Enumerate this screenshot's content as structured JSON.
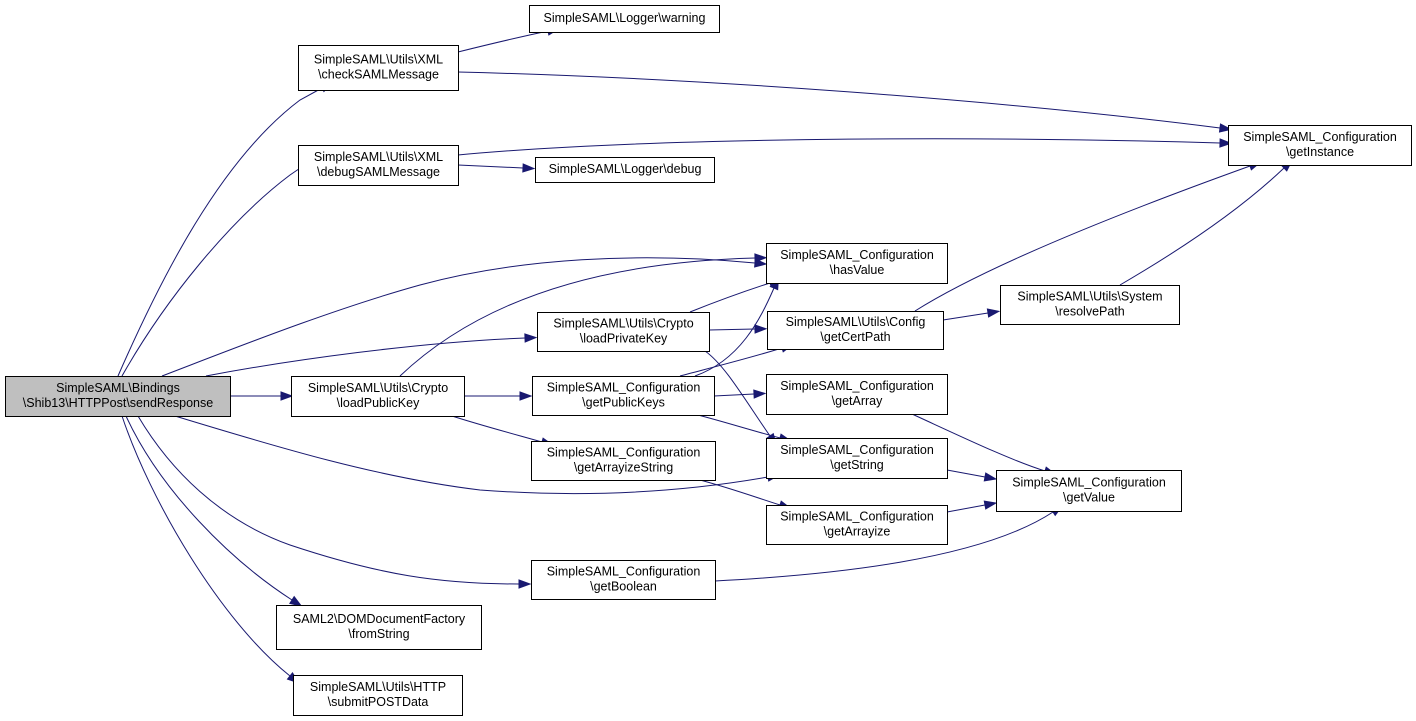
{
  "graph": {
    "colors": {
      "edge": "#191970",
      "root_fill": "#bfbfbf",
      "node_fill": "#ffffff",
      "border": "#000000"
    },
    "nodes": [
      {
        "id": "root",
        "lines": [
          "SimpleSAML\\Bindings",
          "\\Shib13\\HTTPPost\\sendResponse"
        ],
        "root": true
      },
      {
        "id": "checkSAMLMessage",
        "lines": [
          "SimpleSAML\\Utils\\XML",
          "\\checkSAMLMessage"
        ]
      },
      {
        "id": "warning",
        "lines": [
          "SimpleSAML\\Logger\\warning"
        ]
      },
      {
        "id": "getInstance",
        "lines": [
          "SimpleSAML_Configuration",
          "\\getInstance"
        ]
      },
      {
        "id": "debugSAMLMessage",
        "lines": [
          "SimpleSAML\\Utils\\XML",
          "\\debugSAMLMessage"
        ]
      },
      {
        "id": "debug",
        "lines": [
          "SimpleSAML\\Logger\\debug"
        ]
      },
      {
        "id": "hasValue",
        "lines": [
          "SimpleSAML_Configuration",
          "\\hasValue"
        ]
      },
      {
        "id": "loadPrivateKey",
        "lines": [
          "SimpleSAML\\Utils\\Crypto",
          "\\loadPrivateKey"
        ]
      },
      {
        "id": "getCertPath",
        "lines": [
          "SimpleSAML\\Utils\\Config",
          "\\getCertPath"
        ]
      },
      {
        "id": "resolvePath",
        "lines": [
          "SimpleSAML\\Utils\\System",
          "\\resolvePath"
        ]
      },
      {
        "id": "loadPublicKey",
        "lines": [
          "SimpleSAML\\Utils\\Crypto",
          "\\loadPublicKey"
        ]
      },
      {
        "id": "getPublicKeys",
        "lines": [
          "SimpleSAML_Configuration",
          "\\getPublicKeys"
        ]
      },
      {
        "id": "getArray",
        "lines": [
          "SimpleSAML_Configuration",
          "\\getArray"
        ]
      },
      {
        "id": "getArrayizeString",
        "lines": [
          "SimpleSAML_Configuration",
          "\\getArrayizeString"
        ]
      },
      {
        "id": "getString",
        "lines": [
          "SimpleSAML_Configuration",
          "\\getString"
        ]
      },
      {
        "id": "getValue",
        "lines": [
          "SimpleSAML_Configuration",
          "\\getValue"
        ]
      },
      {
        "id": "getArrayize",
        "lines": [
          "SimpleSAML_Configuration",
          "\\getArrayize"
        ]
      },
      {
        "id": "getBoolean",
        "lines": [
          "SimpleSAML_Configuration",
          "\\getBoolean"
        ]
      },
      {
        "id": "fromString",
        "lines": [
          "SAML2\\DOMDocumentFactory",
          "\\fromString"
        ]
      },
      {
        "id": "submitPOSTData",
        "lines": [
          "SimpleSAML\\Utils\\HTTP",
          "\\submitPOSTData"
        ]
      }
    ],
    "edges": [
      {
        "from": "root",
        "to": "checkSAMLMessage"
      },
      {
        "from": "root",
        "to": "debugSAMLMessage"
      },
      {
        "from": "root",
        "to": "hasValue"
      },
      {
        "from": "root",
        "to": "loadPrivateKey"
      },
      {
        "from": "root",
        "to": "loadPublicKey"
      },
      {
        "from": "root",
        "to": "getString"
      },
      {
        "from": "root",
        "to": "getBoolean"
      },
      {
        "from": "root",
        "to": "fromString"
      },
      {
        "from": "root",
        "to": "submitPOSTData"
      },
      {
        "from": "checkSAMLMessage",
        "to": "warning"
      },
      {
        "from": "checkSAMLMessage",
        "to": "getInstance"
      },
      {
        "from": "debugSAMLMessage",
        "to": "getInstance"
      },
      {
        "from": "debugSAMLMessage",
        "to": "debug"
      },
      {
        "from": "loadPrivateKey",
        "to": "hasValue"
      },
      {
        "from": "loadPrivateKey",
        "to": "getCertPath"
      },
      {
        "from": "loadPrivateKey",
        "to": "getString"
      },
      {
        "from": "getCertPath",
        "to": "getInstance"
      },
      {
        "from": "getCertPath",
        "to": "resolvePath"
      },
      {
        "from": "resolvePath",
        "to": "getInstance"
      },
      {
        "from": "loadPublicKey",
        "to": "hasValue"
      },
      {
        "from": "loadPublicKey",
        "to": "getPublicKeys"
      },
      {
        "from": "loadPublicKey",
        "to": "getArrayizeString"
      },
      {
        "from": "getPublicKeys",
        "to": "hasValue"
      },
      {
        "from": "getPublicKeys",
        "to": "getCertPath"
      },
      {
        "from": "getPublicKeys",
        "to": "getArray"
      },
      {
        "from": "getPublicKeys",
        "to": "getString"
      },
      {
        "from": "getArray",
        "to": "getValue"
      },
      {
        "from": "getString",
        "to": "getValue"
      },
      {
        "from": "getArrayizeString",
        "to": "getArrayize"
      },
      {
        "from": "getArrayize",
        "to": "getValue"
      },
      {
        "from": "getBoolean",
        "to": "getValue"
      }
    ]
  }
}
